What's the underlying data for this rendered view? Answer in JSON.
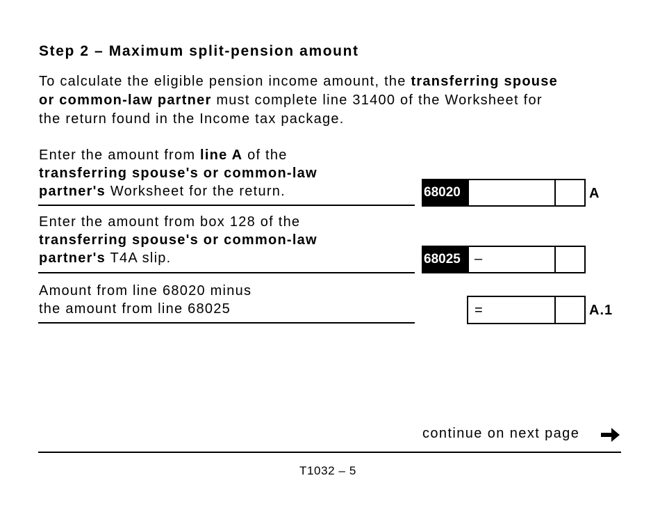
{
  "section": {
    "heading": "Step 2 – Maximum split-pension amount",
    "intro": {
      "part1": "To calculate the eligible pension income amount, the ",
      "bold1": "transferring spouse",
      "bold2": "or common-law partner",
      "part2": " must complete line 31400 of the Worksheet for",
      "line3": "the return found in the Income tax package."
    }
  },
  "rows": [
    {
      "line1_pre": "Enter the amount from ",
      "line1_bold": "line A",
      "line1_post": " of the",
      "line2_bold": "transferring spouse's or common-law",
      "line3_bold": "partner's",
      "line3_post": " Worksheet for the return.",
      "code": "68020",
      "sign": "",
      "value": "",
      "cents": "",
      "label": "A"
    },
    {
      "line1_pre": "Enter the amount from box 128 of the",
      "line2_bold": "transferring spouse's or common-law",
      "line3_bold": "partner's",
      "line3_post": " T4A slip.",
      "code": "68025",
      "sign": "–",
      "value": "",
      "cents": "",
      "label": ""
    },
    {
      "line1": "Amount from line 68020 minus",
      "line2": "the amount from line 68025",
      "code": "",
      "sign": "=",
      "value": "",
      "cents": "",
      "label": "A.1"
    }
  ],
  "navigation": {
    "continue_text": "continue on next page",
    "arrow_icon": "right-arrow-icon"
  },
  "footer": {
    "page_label": "T1032 – 5"
  }
}
